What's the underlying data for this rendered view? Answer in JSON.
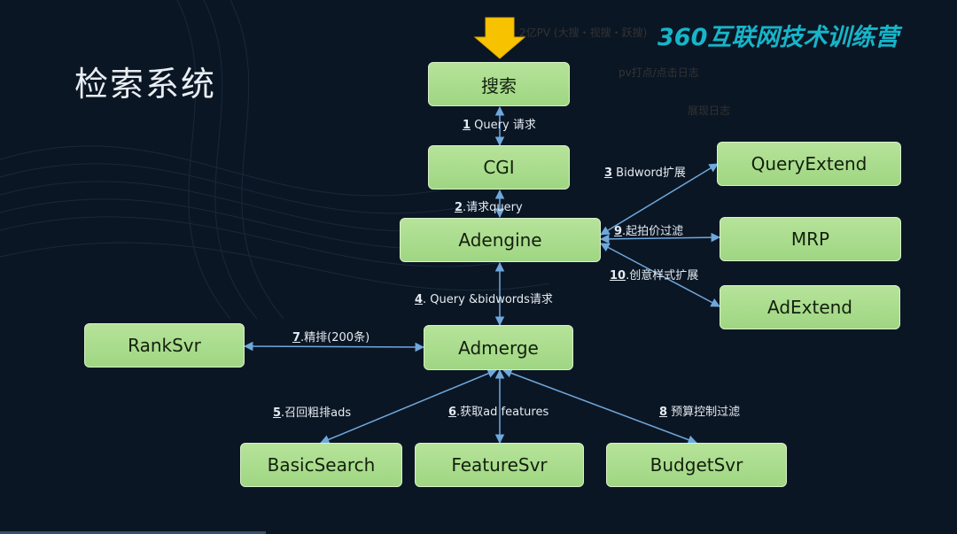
{
  "page": {
    "title": "检索系统",
    "brand": "360互联网技术训练营"
  },
  "faint_notes": {
    "traffic": "2亿PV (大搜・视搜・跃搜)",
    "pv_log": "pv打点/点击日志",
    "show_log": "展现日志"
  },
  "nodes": {
    "search": "搜索",
    "cgi": "CGI",
    "adengine": "Adengine",
    "admerge": "Admerge",
    "queryextend": "QueryExtend",
    "mrp": "MRP",
    "adextend": "AdExtend",
    "ranksvr": "RankSvr",
    "basicsearch": "BasicSearch",
    "featuresvr": "FeatureSvr",
    "budgetsvr": "BudgetSvr"
  },
  "edges": {
    "e1": {
      "num": "1",
      "text": " Query 请求"
    },
    "e2": {
      "num": "2",
      "text": ".请求query"
    },
    "e3": {
      "num": "3",
      "text": " Bidword扩展"
    },
    "e4": {
      "num": "4",
      "text": ". Query &bidwords请求"
    },
    "e5": {
      "num": "5",
      "text": ".召回粗排ads"
    },
    "e6": {
      "num": "6",
      "text": ".获取ad features"
    },
    "e7": {
      "num": "7",
      "text": ".精排(200条)"
    },
    "e8": {
      "num": "8",
      "text": " 预算控制过滤"
    },
    "e9": {
      "num": "9",
      "text": ".起拍价过滤"
    },
    "e10": {
      "num": "10",
      "text": ".创意样式扩展"
    }
  },
  "colors": {
    "background": "#0b1624",
    "box": "#a8dc8c",
    "arrow": "#6fa8dc",
    "title": "#e9eef3",
    "brand": "#16b5c9",
    "input_arrow": "#f7c300"
  }
}
